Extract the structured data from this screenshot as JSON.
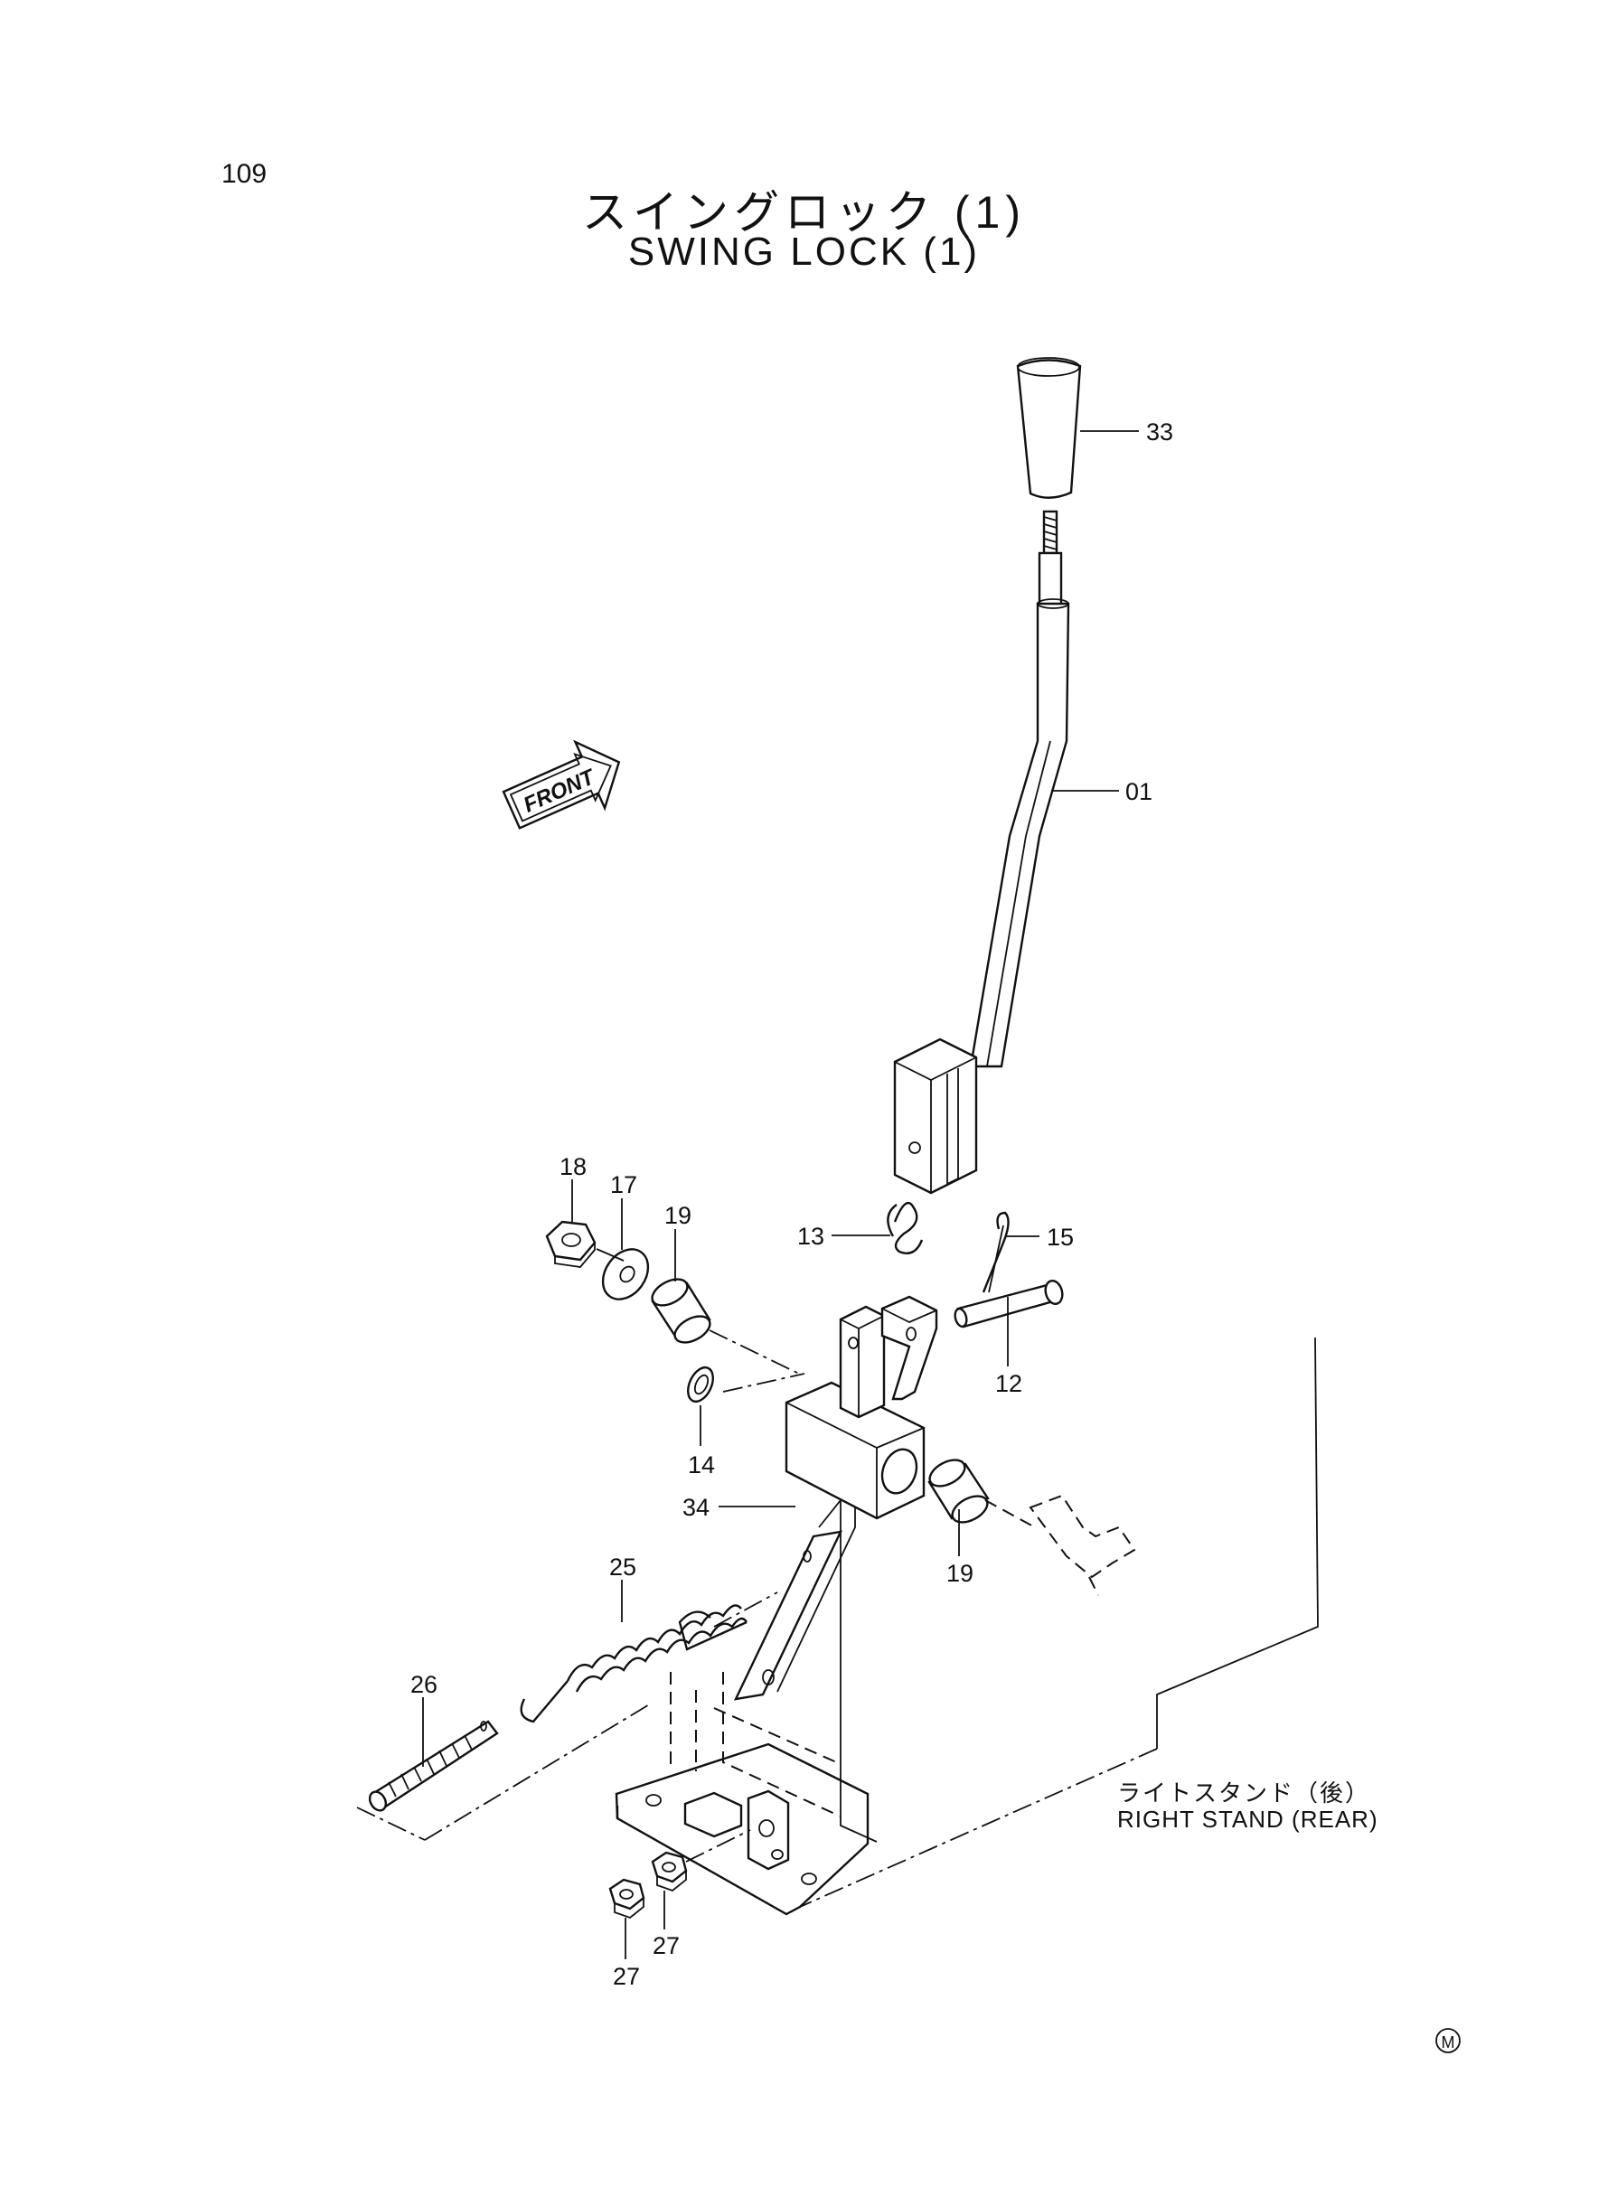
{
  "page_number": "109",
  "title_jp": "スイングロック (1)",
  "title_en": "SWING LOCK (1)",
  "front_marker": "FRONT",
  "callouts": {
    "c33": "33",
    "c01": "01",
    "c18": "18",
    "c17": "17",
    "c19a": "19",
    "c13": "13",
    "c15": "15",
    "c12": "12",
    "c14": "14",
    "c34": "34",
    "c19b": "19",
    "c25": "25",
    "c26": "26",
    "c27a": "27",
    "c27b": "27"
  },
  "stand_label_jp": "ライトスタンド（後）",
  "stand_label_en": "RIGHT STAND (REAR)",
  "corner_mark": "M"
}
